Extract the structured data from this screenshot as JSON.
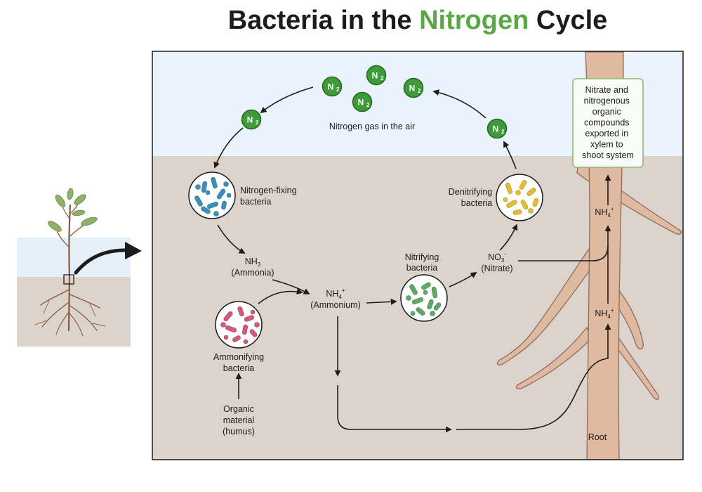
{
  "title": {
    "before": "Bacteria in the ",
    "accent": "Nitrogen",
    "after": " Cycle"
  },
  "colors": {
    "accent": "#5aa845",
    "n2_badge": "#3f9a3a",
    "fixing": "#3d8fb8",
    "ammonifying": "#d45a78",
    "nitrifying": "#5fa868",
    "denitrifying": "#e1bd32",
    "root": "#dfb9a0",
    "soil": "#ddd3cd",
    "air": "#eaf3fb"
  },
  "n2": {
    "letter": "N",
    "sub": "2"
  },
  "labels": {
    "air": "Nitrogen gas in the air",
    "fixing": [
      "Nitrogen-fixing",
      "bacteria"
    ],
    "denitrifying": [
      "Denitrifying",
      "bacteria"
    ],
    "nh3": [
      "NH",
      "3",
      "(Ammonia)"
    ],
    "nh4_center": [
      "NH",
      "4",
      "+",
      "(Ammonium)"
    ],
    "nitrifying": [
      "Nitrifying",
      "bacteria"
    ],
    "no3": [
      "NO",
      "3",
      "-",
      "(Nitrate)"
    ],
    "ammonifying": [
      "Ammonifying",
      "bacteria"
    ],
    "organic": [
      "Organic",
      "material",
      "(humus)"
    ],
    "root_nh4_upper": [
      "NH",
      "4",
      "+"
    ],
    "root_nh4_lower": [
      "NH",
      "4",
      "+"
    ],
    "root": "Root",
    "export_box": [
      "Nitrate and",
      "nitrogenous",
      "organic",
      "compounds",
      "exported in",
      "xylem to",
      "shoot system"
    ]
  }
}
